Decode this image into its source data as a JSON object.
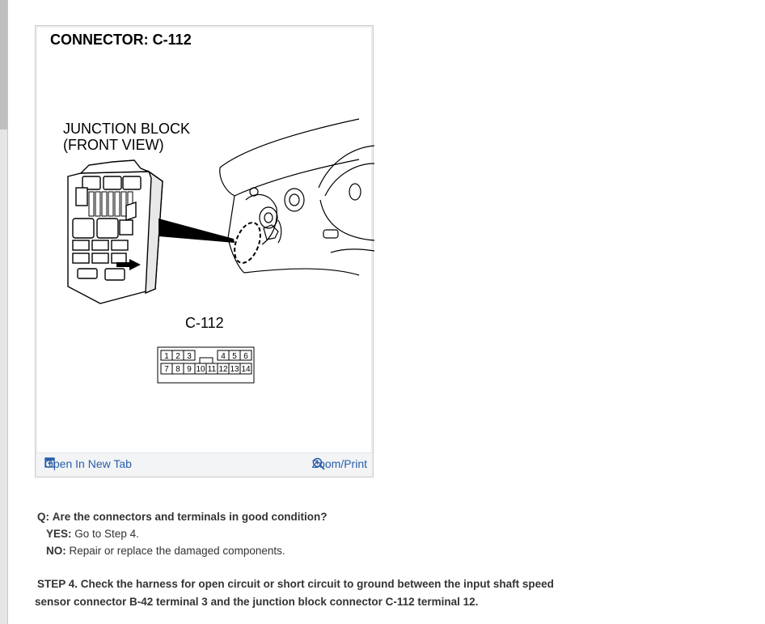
{
  "figure": {
    "title": "CONNECTOR: C-112",
    "label_junction_block": "JUNCTION BLOCK",
    "label_front_view": "(FRONT VIEW)",
    "connector_label": "C-112",
    "pins_top_left": [
      "1",
      "2",
      "3"
    ],
    "pins_top_right": [
      "4",
      "5",
      "6"
    ],
    "pins_bottom": [
      "7",
      "8",
      "9",
      "10",
      "11",
      "12",
      "13",
      "14"
    ],
    "open_in_new_tab": "Open In New Tab",
    "zoom_print": "Zoom/Print"
  },
  "question": {
    "q_label": "Q:",
    "q_text": "Are the connectors and terminals in good condition?",
    "yes_label": "YES:",
    "yes_text": "Go to Step 4.",
    "no_label": "NO:",
    "no_text": "Repair or replace the damaged components."
  },
  "step": {
    "line1": "STEP 4. Check the harness for open circuit or short circuit to ground between the input shaft speed",
    "line2": "sensor connector B-42 terminal 3 and the junction block connector C-112 terminal 12."
  },
  "colors": {
    "link": "#2a5ea8",
    "footer_bg": "#f2f4f6",
    "text": "#333333"
  },
  "icons": [
    "open-new-tab-icon",
    "zoom-in-icon"
  ]
}
